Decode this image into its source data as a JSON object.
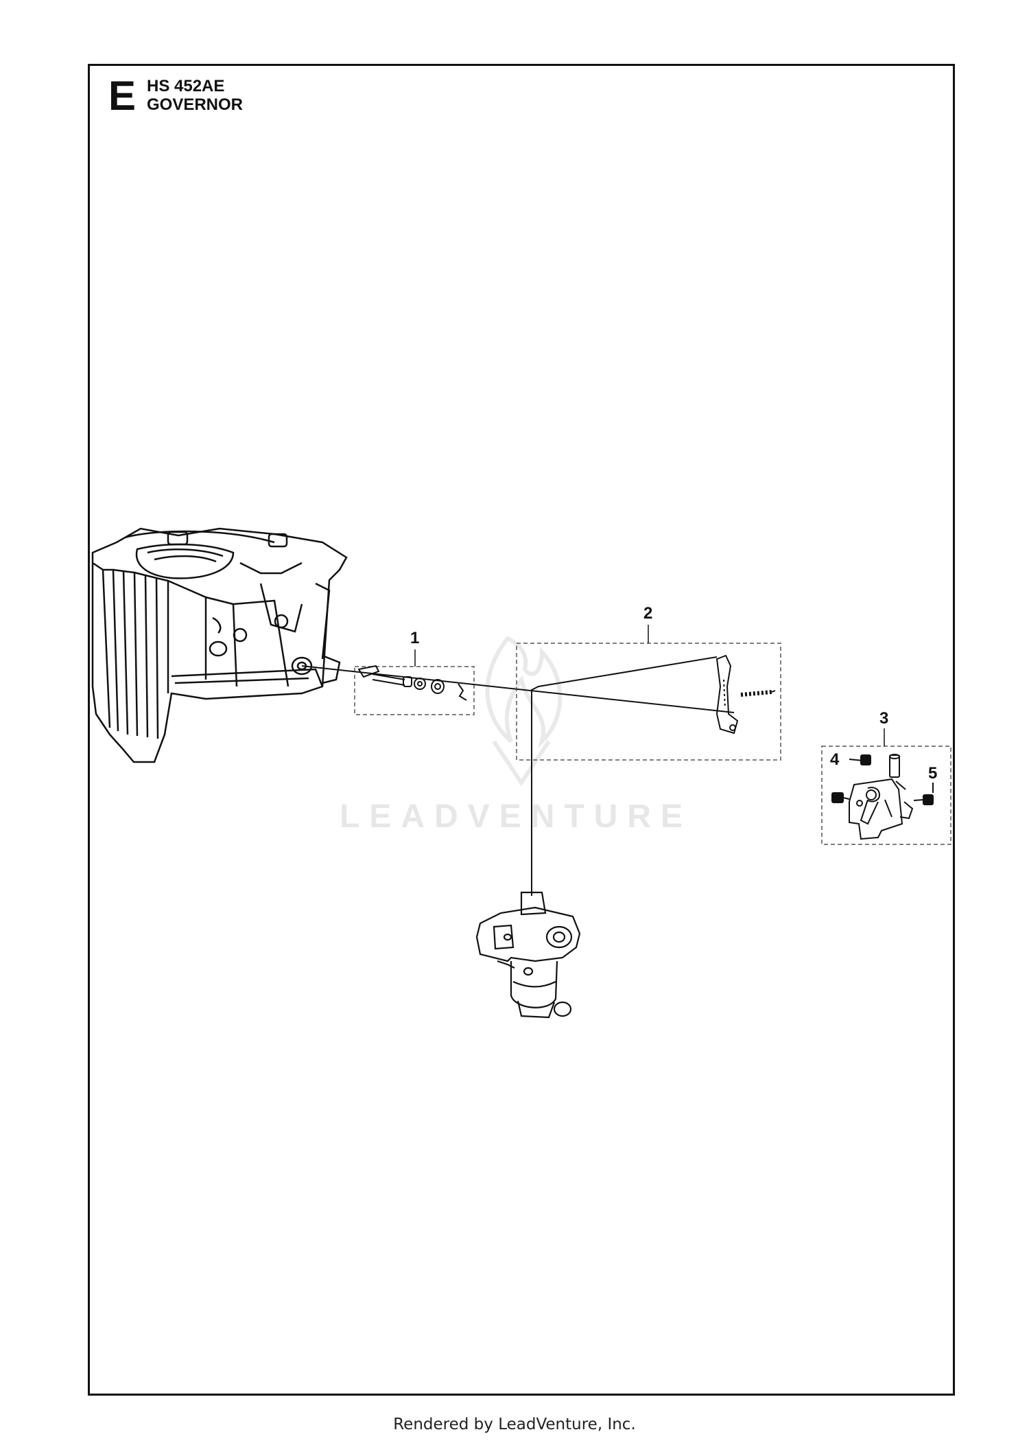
{
  "header": {
    "section_letter": "E",
    "model": "HS 452AE",
    "title": "GOVERNOR"
  },
  "callouts": [
    {
      "number": "1"
    },
    {
      "number": "2"
    },
    {
      "number": "3"
    },
    {
      "number": "4"
    },
    {
      "number": "5"
    }
  ],
  "watermark": "LEADVENTURE",
  "footer": "Rendered by LeadVenture, Inc."
}
